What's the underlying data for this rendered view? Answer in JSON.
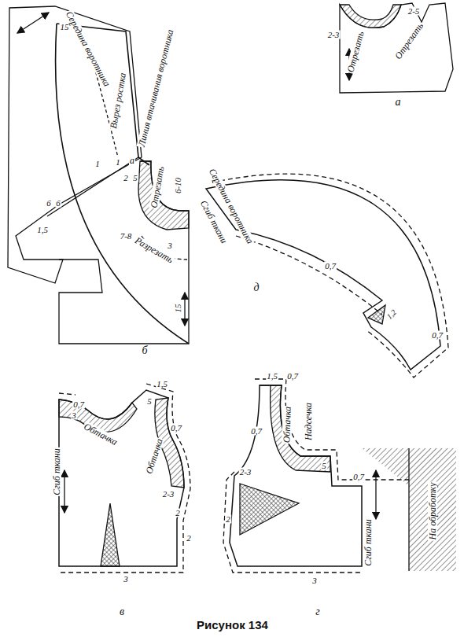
{
  "diagram": {
    "caption": "Рисунок 134",
    "labels": [
      "2-5",
      "2-3",
      "Отрезать",
      "Отрезать",
      "а",
      "15",
      "Середина воротника",
      "Вырез ростка",
      "Линия втачивания воротника",
      "1",
      "1",
      "а",
      "2",
      "5",
      "6",
      "6",
      "1,5",
      "Отрезать",
      "6-10",
      "7-8",
      "Разрезать",
      "3",
      "15",
      "б",
      "Сгиб ткани",
      "Середина воротника",
      "0,7",
      "1,2",
      "0,7",
      "д",
      "0,7",
      "1,5",
      "5",
      "Обтачка",
      "Обтачка",
      "0,7",
      "3",
      "2-3",
      "2",
      "2",
      "Сгиб ткани",
      "3",
      "в",
      "1,5",
      "0,7",
      "0,7",
      "Обтачка",
      "Надсечка",
      "5",
      "0,7",
      "2-3",
      "Сгиб ткани",
      "На обработку",
      "2",
      "3",
      "г"
    ]
  }
}
